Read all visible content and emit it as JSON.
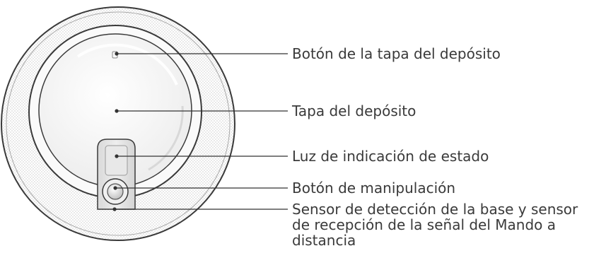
{
  "callouts": [
    {
      "label": "Botón de la tapa del depósito"
    },
    {
      "label": "Tapa del depósito"
    },
    {
      "label": "Luz de indicación de estado"
    },
    {
      "label": "Botón de manipulación"
    },
    {
      "label": "Sensor de detección de la base y sensor\nde recepción de la señal del  Mando a\ndistancia"
    }
  ],
  "colors": {
    "outline": "#3a3a3a",
    "body": "#f5f5f5",
    "panel": "#e2e2e2",
    "leader": "#333333"
  }
}
